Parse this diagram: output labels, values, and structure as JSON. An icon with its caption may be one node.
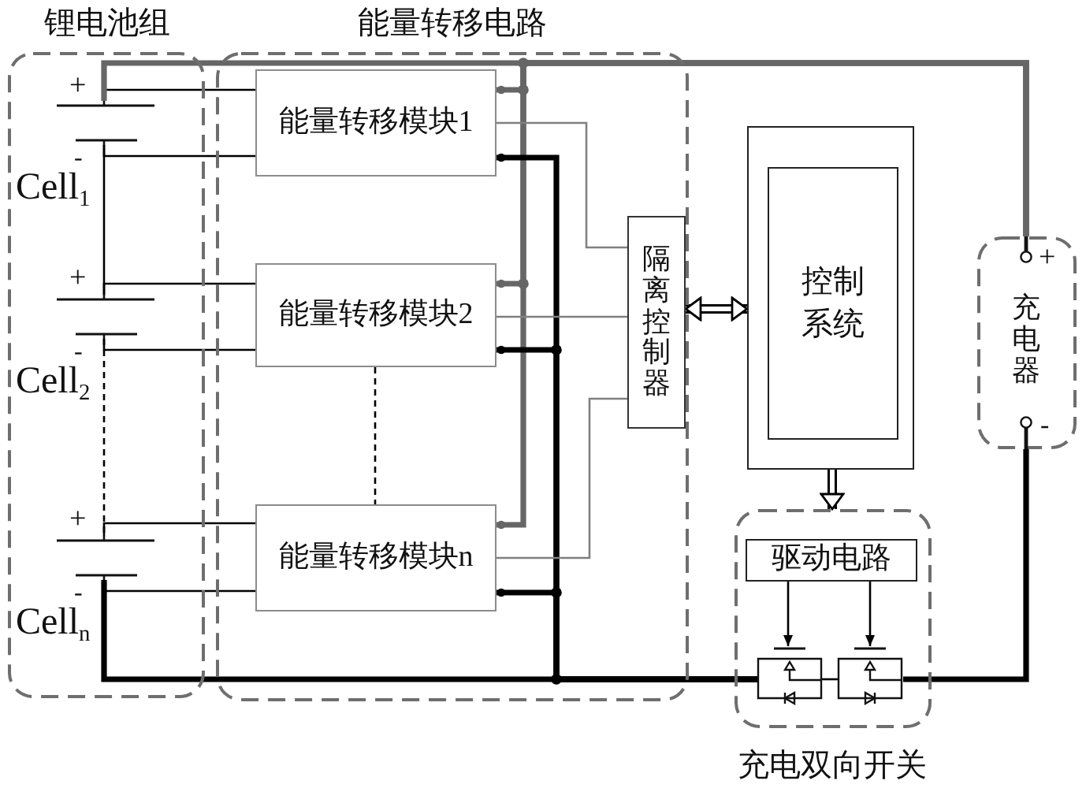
{
  "diagram": {
    "nodes": [
      {
        "text": [
          "锂电池组"
        ]
      },
      {
        "text": [
          "能量转移电路"
        ]
      },
      {
        "text": [],
        "shape": "battery",
        "in": 0,
        "beside": [
          "+",
          "-",
          "Cell$_{1}$"
        ]
      },
      {
        "text": [],
        "shape": "battery",
        "in": 0,
        "beside": [
          "+",
          "-",
          "Cell$_{2}$"
        ]
      },
      {
        "text": [],
        "shape": "battery",
        "in": 0,
        "beside": [
          "+",
          "-",
          "Cell$_{n}$"
        ]
      },
      {
        "text": [
          "能量转移模块1"
        ],
        "in": 1
      },
      {
        "text": [
          "能量转移模块2"
        ],
        "in": 1
      },
      {
        "text": [
          "能量转移模块n"
        ],
        "in": 1
      },
      {
        "text": [
          "隔离控制器"
        ],
        "in": 1
      },
      {
        "text": [],
        "shape": "box"
      },
      {
        "text": [
          "控制系统"
        ],
        "in": 9
      },
      {
        "text": [
          "+",
          "充电器",
          "-"
        ]
      },
      {
        "text": [
          "充电双向开关"
        ]
      },
      {
        "text": [
          "驱动电路"
        ],
        "in": 12
      },
      {
        "text": [],
        "shape": "transistor",
        "in": 12
      },
      {
        "text": [],
        "shape": "transistor",
        "in": 12
      }
    ],
    "edges": [
      {
        "from": 2,
        "to": 5,
        "arrow": "none"
      },
      {
        "from": 2,
        "to": 5,
        "arrow": "none"
      },
      {
        "from": 3,
        "to": 6,
        "arrow": "none"
      },
      {
        "from": 3,
        "to": 6,
        "arrow": "none"
      },
      {
        "from": 4,
        "to": 7,
        "arrow": "none"
      },
      {
        "from": 4,
        "to": 7,
        "arrow": "none"
      },
      {
        "from": 2,
        "to": 3,
        "arrow": "none"
      },
      {
        "from": 3,
        "to": 4,
        "arrow": "none",
        "style": "dashed"
      },
      {
        "from": 6,
        "to": 7,
        "arrow": "none",
        "style": "dashed"
      },
      {
        "from": 2,
        "to": 11,
        "arrow": "none",
        "style": "thick",
        "color": "#666666"
      },
      {
        "from": 5,
        "to": 11,
        "arrow": "other",
        "style": "thick",
        "color": "#666666"
      },
      {
        "from": 6,
        "to": 11,
        "arrow": "other",
        "style": "thick",
        "color": "#666666"
      },
      {
        "from": 7,
        "to": 11,
        "arrow": "other",
        "style": "thick",
        "color": "#666666"
      },
      {
        "from": 4,
        "to": 14,
        "arrow": "none",
        "style": "thick"
      },
      {
        "from": 5,
        "to": 14,
        "arrow": "other",
        "style": "thick"
      },
      {
        "from": 6,
        "to": 14,
        "arrow": "other",
        "style": "thick"
      },
      {
        "from": 7,
        "to": 14,
        "arrow": "other",
        "style": "thick"
      },
      {
        "from": 15,
        "to": 11,
        "arrow": "none",
        "style": "thick"
      },
      {
        "from": 14,
        "to": 15,
        "arrow": "none"
      },
      {
        "from": 5,
        "to": 8,
        "arrow": "none",
        "color": "#808080"
      },
      {
        "from": 6,
        "to": 8,
        "arrow": "none",
        "color": "#808080"
      },
      {
        "from": 7,
        "to": 8,
        "arrow": "none",
        "color": "#808080"
      },
      {
        "from": 8,
        "to": 9,
        "arrow": "both",
        "style": "thick"
      },
      {
        "from": 9,
        "to": 12,
        "arrow": "to",
        "style": "thick"
      },
      {
        "from": 13,
        "to": 14,
        "arrow": "to"
      },
      {
        "from": 13,
        "to": 15,
        "arrow": "to"
      }
    ]
  }
}
